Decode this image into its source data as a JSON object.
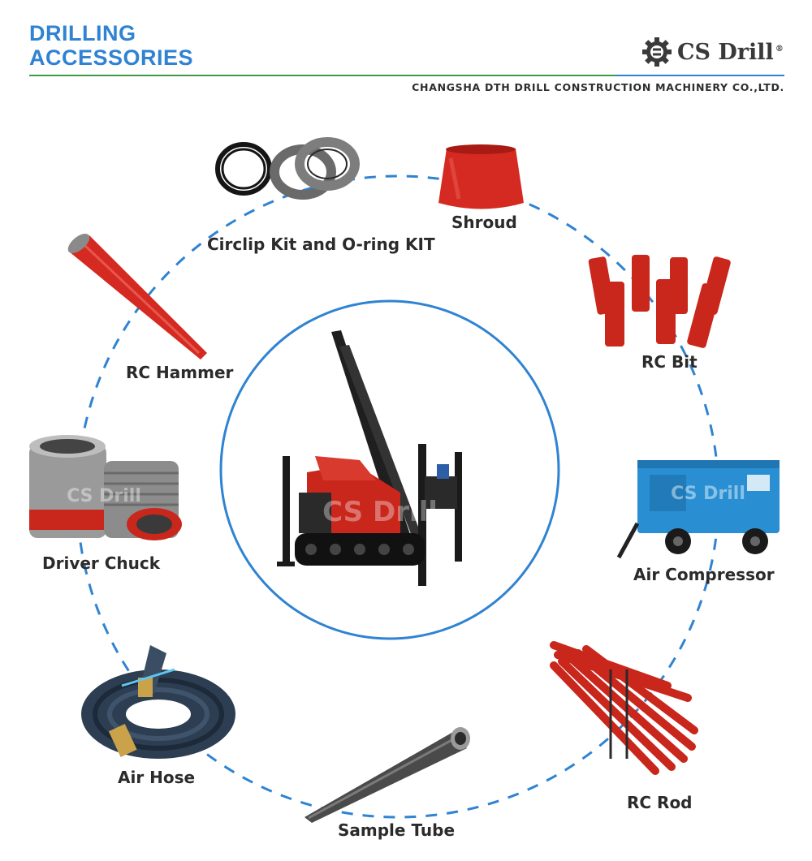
{
  "header": {
    "title_line1": "DRILLING",
    "title_line2": "ACCESSORIES",
    "logo_text": "CS Drill",
    "logo_mark": "®",
    "company": "CHANGSHA DTH DRILL CONSTRUCTION MACHINERY CO.,LTD."
  },
  "watermark": "CS Drill",
  "items": {
    "circlip": "Circlip Kit and O-ring KIT",
    "shroud": "Shroud",
    "rc_hammer": "RC Hammer",
    "rc_bit": "RC  Bit",
    "driver_chuck": "Driver Chuck",
    "air_compressor": "Air  Compressor",
    "air_hose": "Air Hose",
    "rc_rod": "RC Rod",
    "sample_tube": "Sample Tube"
  },
  "colors": {
    "accent_blue": "#2f83d2",
    "accent_green": "#3f9a45",
    "product_red": "#d42a22"
  }
}
